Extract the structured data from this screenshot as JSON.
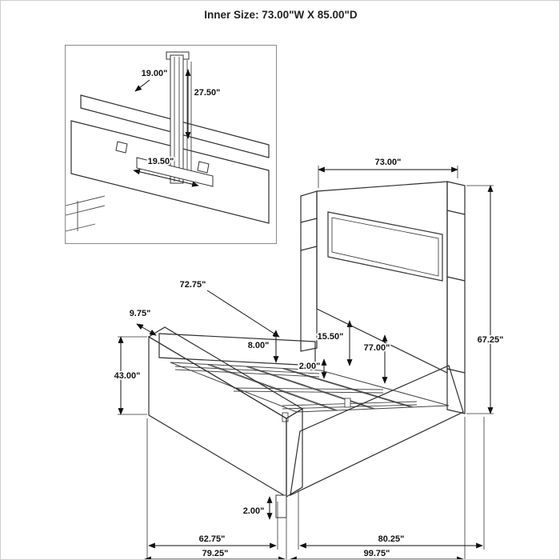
{
  "title": "Inner Size: 73.00\"W X 85.00\"D",
  "inset": {
    "hanger_width": "19.00\"",
    "hanger_height": "27.50\"",
    "bracket_width": "19.50\""
  },
  "dims": {
    "headboard_width": "73.00\"",
    "headboard_height": "67.25\"",
    "inner_rail_width": "72.75\"",
    "rail_top_width": "9.75\"",
    "footboard_height": "43.00\"",
    "support_height": "8.00\"",
    "clearance_height": "15.50\"",
    "slat_length": "77.00\"",
    "slat_thickness": "2.00\"",
    "leg_height": "2.00\"",
    "footboard_front_width": "62.75\"",
    "footboard_overall_width": "79.25\"",
    "rail_length": "80.25\"",
    "overall_depth": "99.75\""
  }
}
